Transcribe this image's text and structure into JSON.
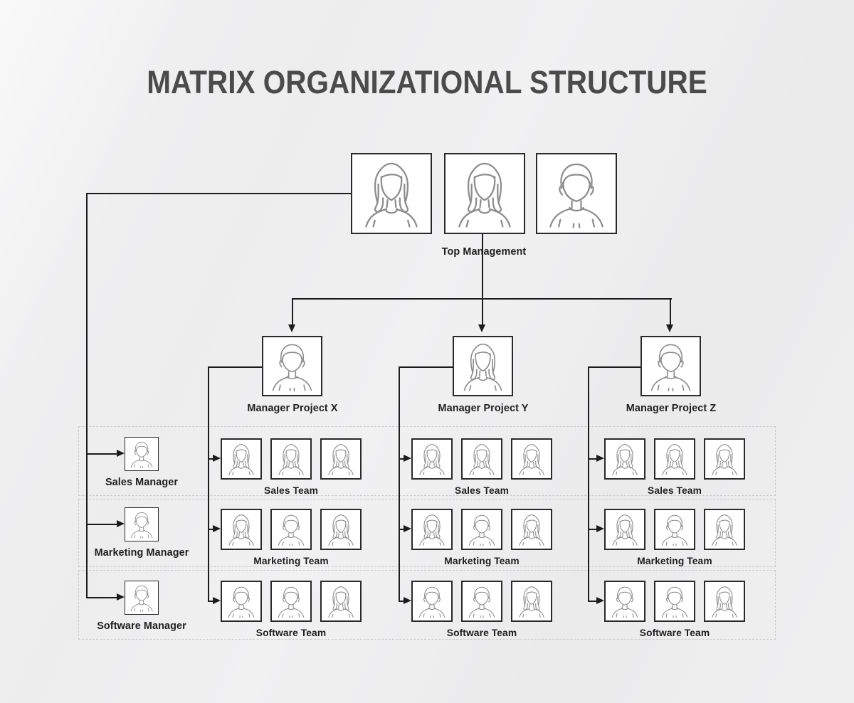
{
  "title": "MATRIX ORGANIZATIONAL STRUCTURE",
  "top_management": {
    "label": "Top Management",
    "members": [
      "female",
      "female",
      "male"
    ]
  },
  "functional_managers": [
    {
      "label": "Sales Manager",
      "portrait": "male"
    },
    {
      "label": "Marketing Manager",
      "portrait": "male"
    },
    {
      "label": "Software Manager",
      "portrait": "male"
    }
  ],
  "projects": [
    {
      "manager_label": "Manager Project X",
      "manager_portrait": "male",
      "teams": [
        {
          "label": "Sales Team",
          "members": [
            "female",
            "female",
            "female"
          ]
        },
        {
          "label": "Marketing Team",
          "members": [
            "female",
            "male",
            "female"
          ]
        },
        {
          "label": "Software Team",
          "members": [
            "male",
            "male",
            "female"
          ]
        }
      ]
    },
    {
      "manager_label": "Manager Project Y",
      "manager_portrait": "female",
      "teams": [
        {
          "label": "Sales Team",
          "members": [
            "female",
            "female",
            "female"
          ]
        },
        {
          "label": "Marketing Team",
          "members": [
            "female",
            "male",
            "female"
          ]
        },
        {
          "label": "Software Team",
          "members": [
            "male",
            "male",
            "female"
          ]
        }
      ]
    },
    {
      "manager_label": "Manager Project Z",
      "manager_portrait": "male",
      "teams": [
        {
          "label": "Sales Team",
          "members": [
            "female",
            "female",
            "female"
          ]
        },
        {
          "label": "Marketing Team",
          "members": [
            "female",
            "male",
            "female"
          ]
        },
        {
          "label": "Software Team",
          "members": [
            "male",
            "male",
            "female"
          ]
        }
      ]
    }
  ],
  "colors": {
    "title": "#4b4b4c",
    "label": "#1e1e1e",
    "line": "#1c1c1c",
    "box_border": "#2a2a2a",
    "portrait_stroke": "#8d8d8d",
    "band_border": "#c9c9ca",
    "background": "#efeff0"
  }
}
